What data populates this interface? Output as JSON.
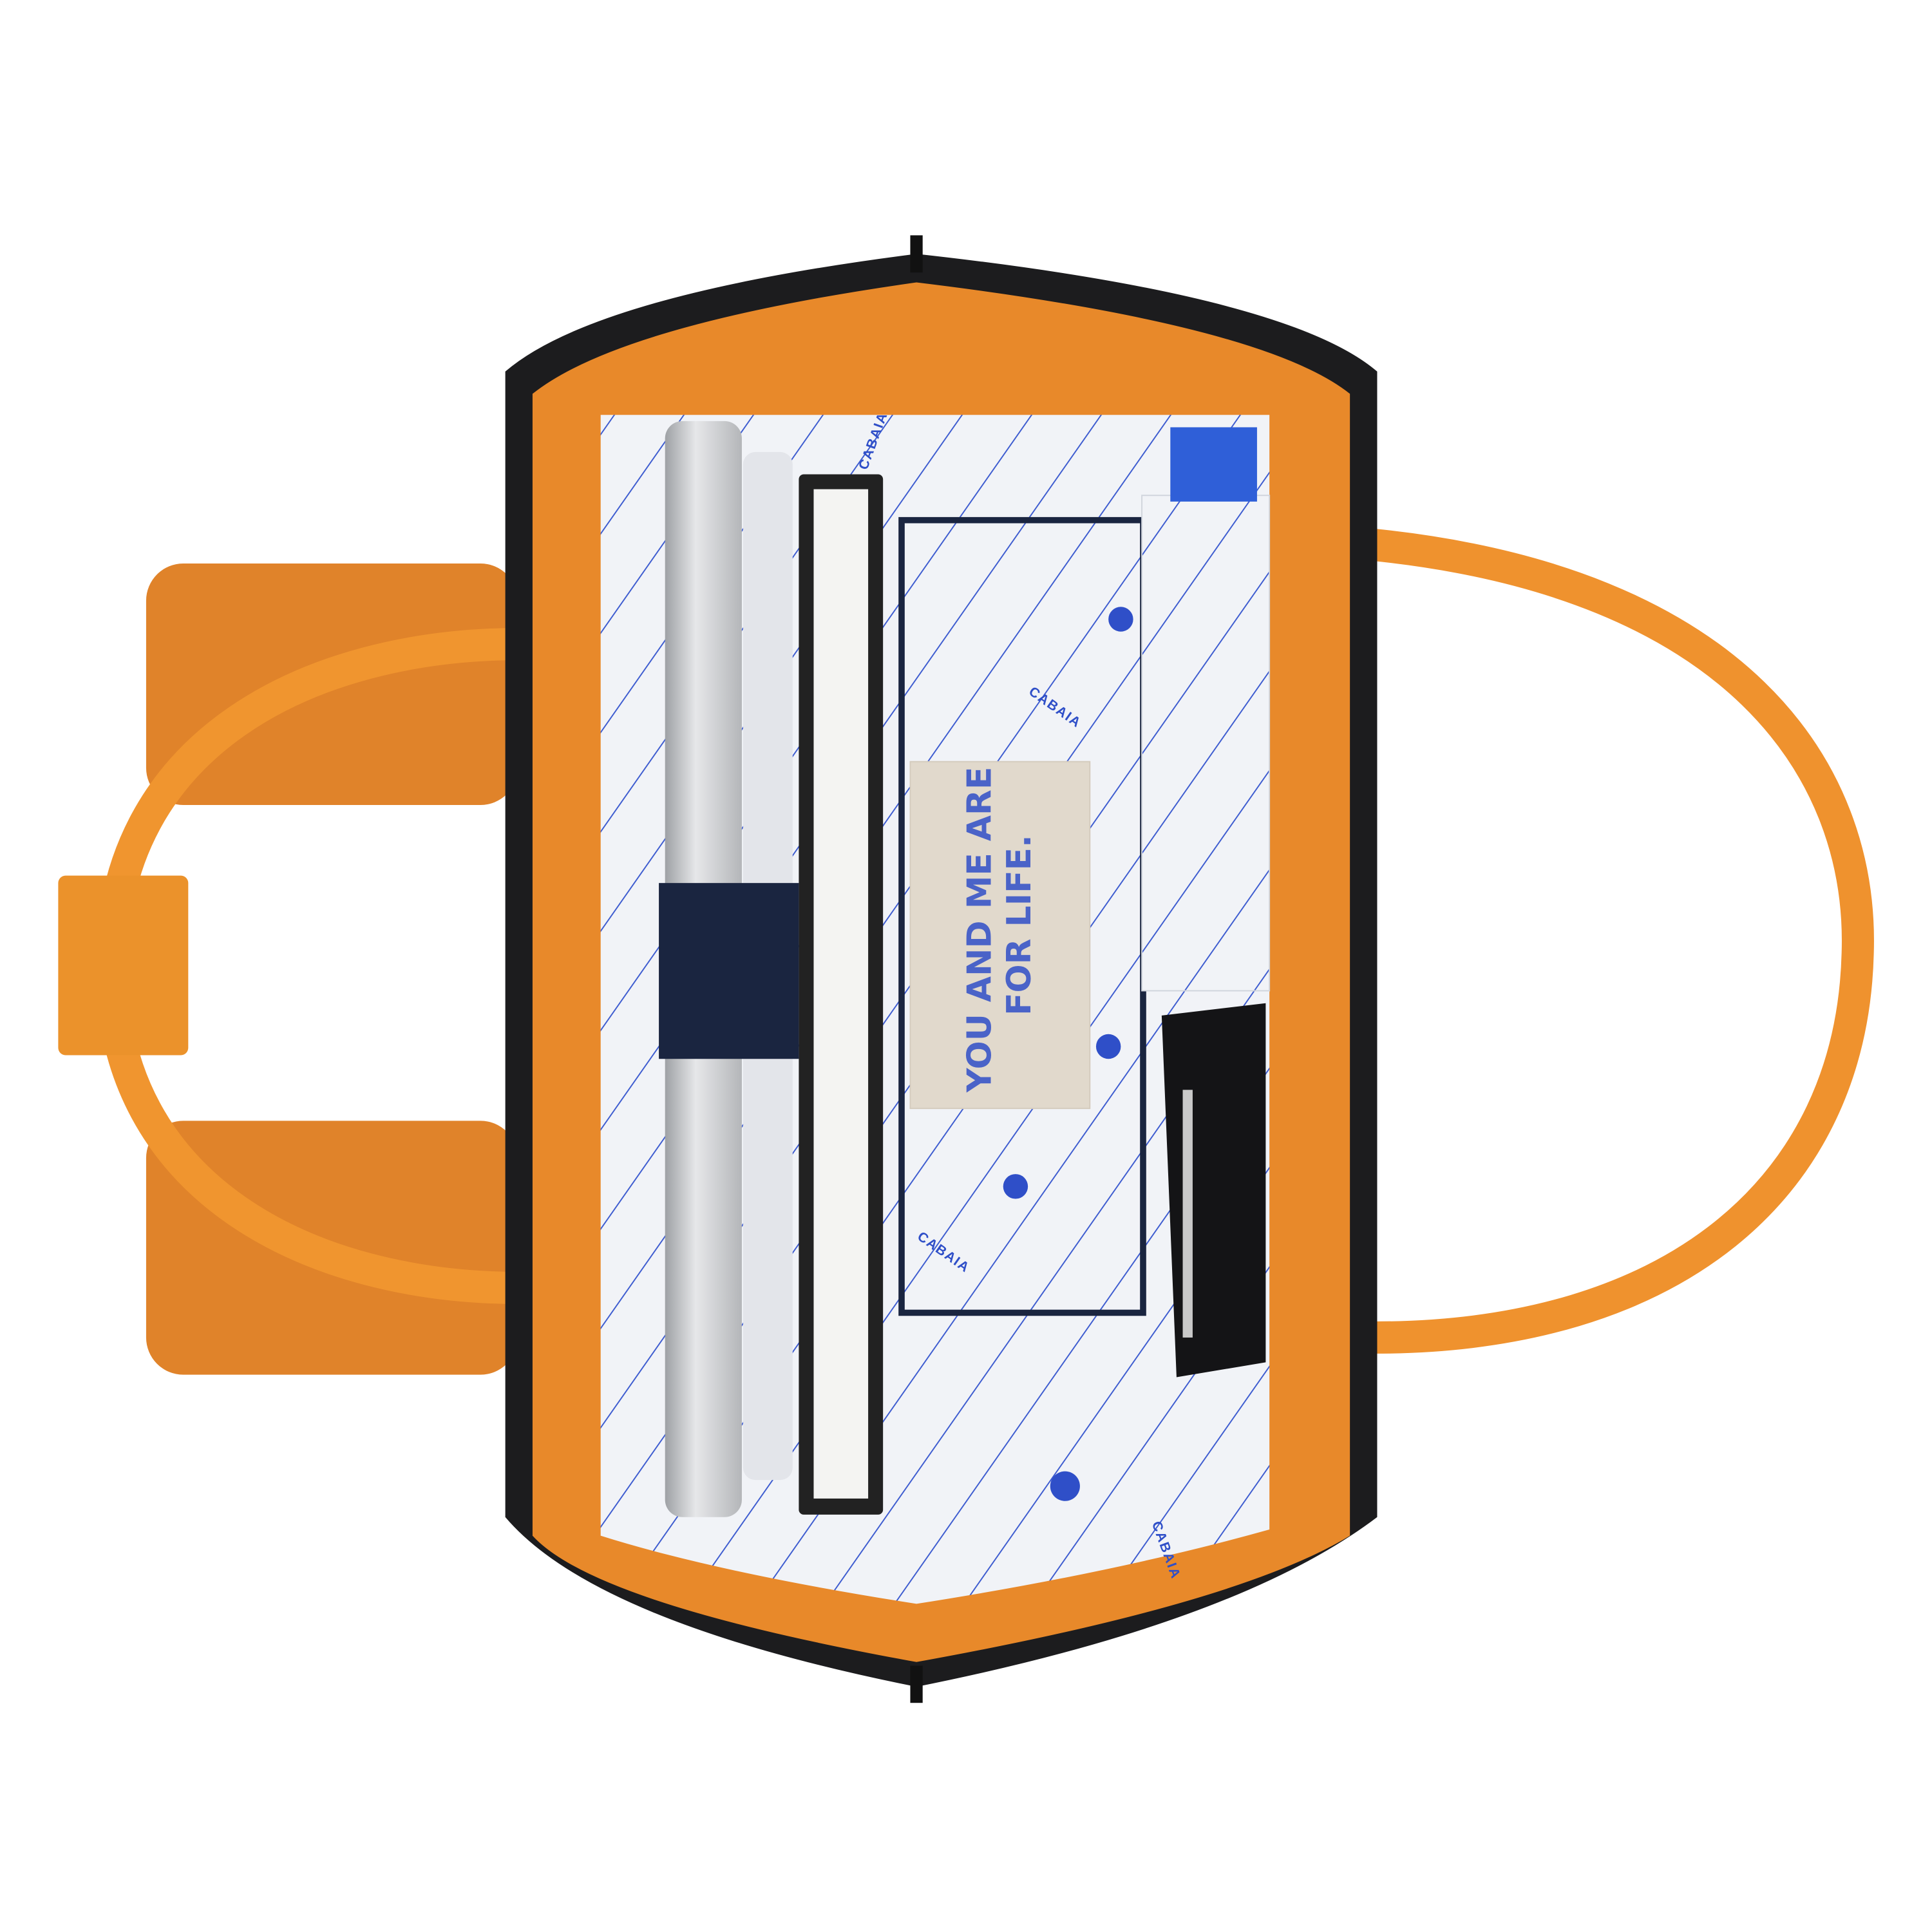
{
  "product": {
    "label_line1": "YOU AND ME ARE",
    "label_line2": "FOR LIFE.",
    "lining_brand": "CABAIA"
  },
  "colors": {
    "body_orange": "#e8892a",
    "zipper_black": "#1c1c1e",
    "lining_white": "#f1f3f7",
    "lining_blue": "#2f4fc8",
    "label_beige": "#e1d9cc",
    "navy": "#1a2540",
    "laptop_silver": "#c9cbce"
  }
}
